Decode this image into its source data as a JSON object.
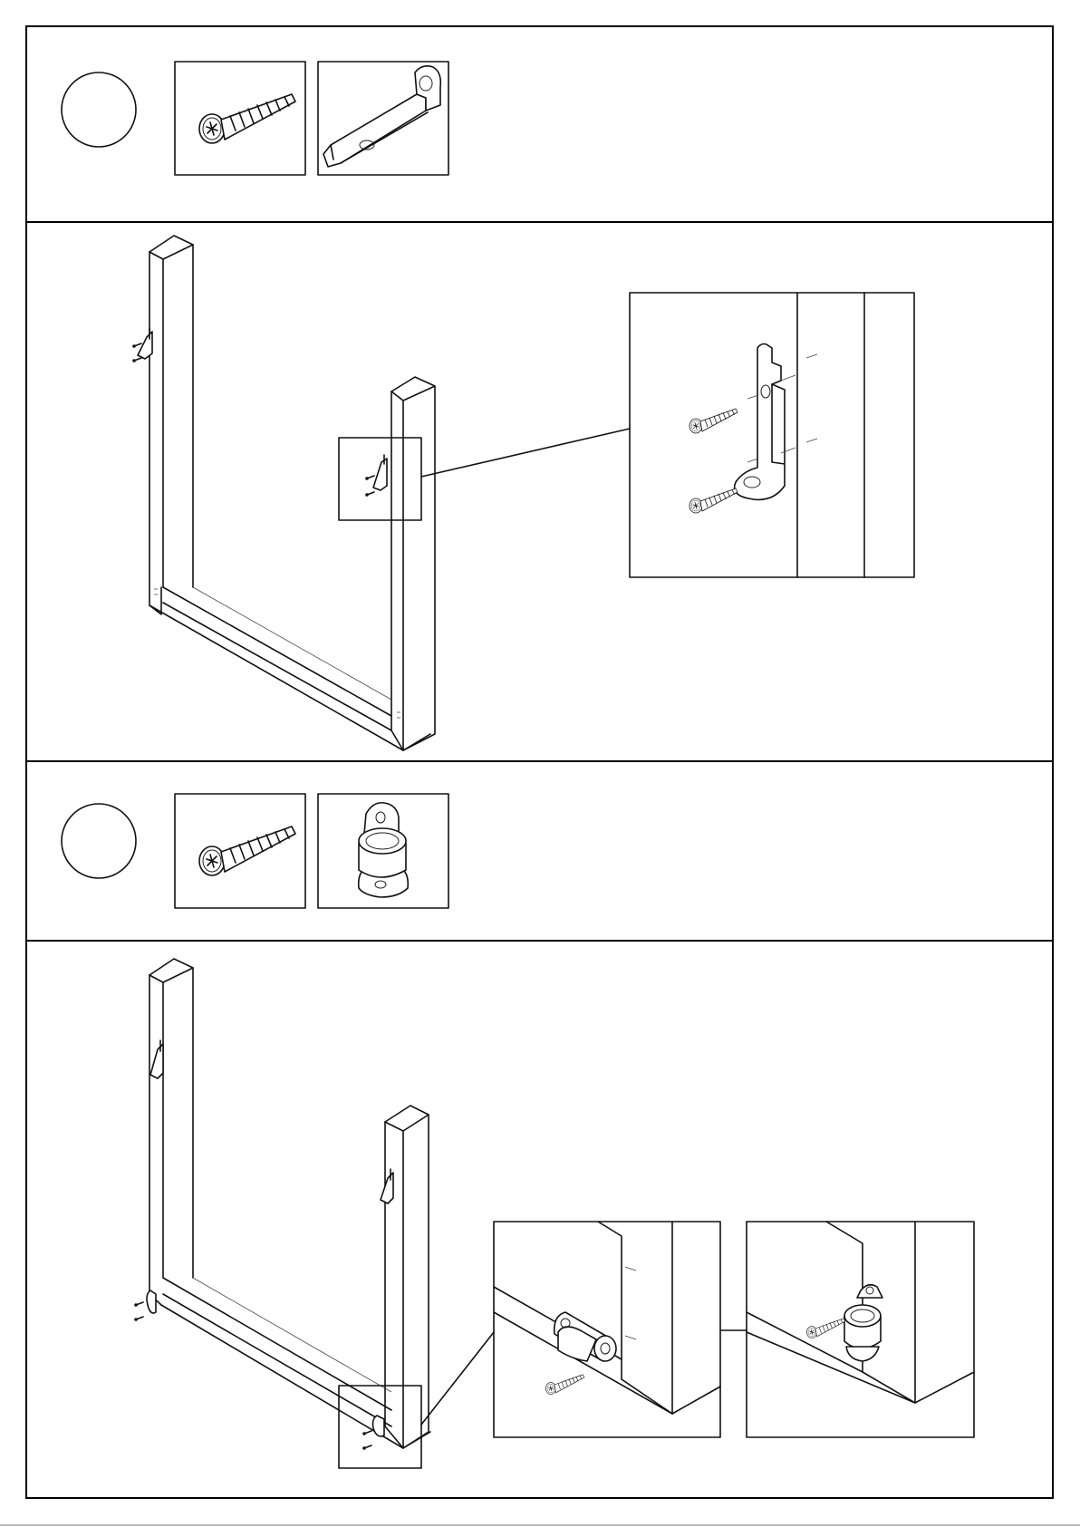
{
  "document": {
    "type": "assembly-instructions",
    "text_labels": []
  },
  "steps": [
    {
      "parts": [
        {
          "icon": "countersunk-screw-icon"
        },
        {
          "icon": "l-bracket-icon"
        }
      ],
      "view": "frame-with-brackets-on-posts",
      "detail_views": 1
    },
    {
      "parts": [
        {
          "icon": "countersunk-screw-icon"
        },
        {
          "icon": "rod-holder-clip-icon"
        }
      ],
      "view": "frame-with-clips-at-base",
      "detail_views": 2
    }
  ],
  "colors": {
    "ink": "#111111",
    "paper": "#ffffff",
    "shade": "#e6e6e6"
  }
}
